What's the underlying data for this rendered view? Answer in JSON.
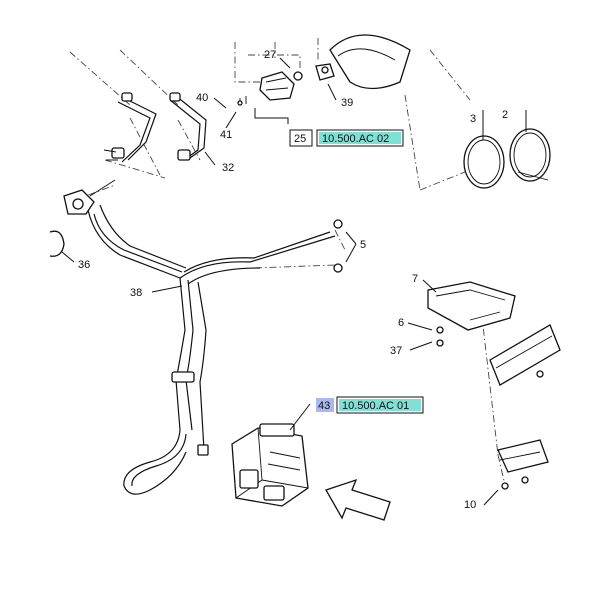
{
  "diagram": {
    "callouts": [
      {
        "id": "c27",
        "label": "27"
      },
      {
        "id": "c40",
        "label": "40"
      },
      {
        "id": "c41",
        "label": "41"
      },
      {
        "id": "c39",
        "label": "39"
      },
      {
        "id": "c25",
        "label": "25"
      },
      {
        "id": "c32",
        "label": "32"
      },
      {
        "id": "c3",
        "label": "3"
      },
      {
        "id": "c2",
        "label": "2"
      },
      {
        "id": "c36",
        "label": "36"
      },
      {
        "id": "c5",
        "label": "5"
      },
      {
        "id": "c38",
        "label": "38"
      },
      {
        "id": "c7",
        "label": "7"
      },
      {
        "id": "c6",
        "label": "6"
      },
      {
        "id": "c37",
        "label": "37"
      },
      {
        "id": "c43",
        "label": "43"
      },
      {
        "id": "c10",
        "label": "10"
      }
    ],
    "references": [
      {
        "id": "ref-ac02",
        "label": "10.500.AC 02"
      },
      {
        "id": "ref-ac01",
        "label": "10.500.AC 01"
      }
    ],
    "colors": {
      "ref_fill": "#7fe0d4",
      "highlight_fill": "#a9b8ee",
      "line": "#111111"
    }
  }
}
